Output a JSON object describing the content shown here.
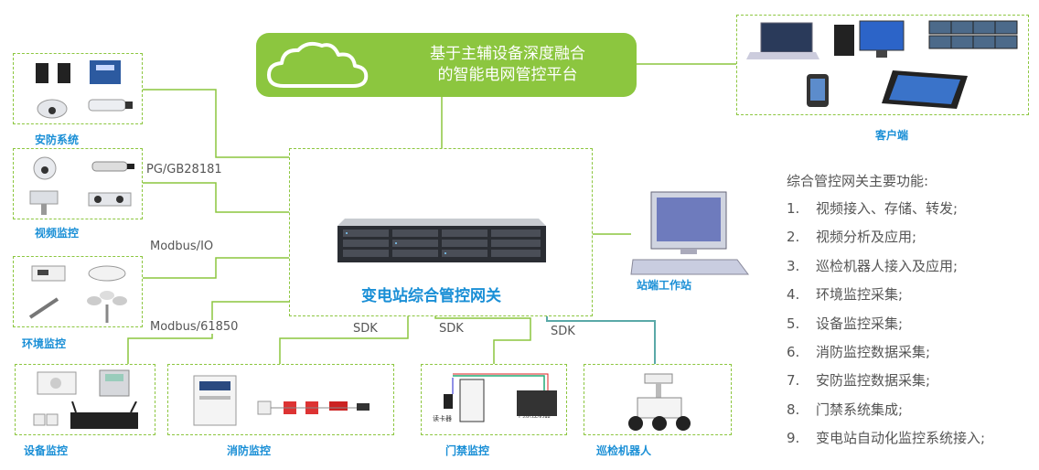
{
  "platform": {
    "line1": "基于主辅设备深度融合",
    "line2": "的智能电网管控平台"
  },
  "gateway": {
    "label": "变电站综合管控网关"
  },
  "client": {
    "label": "客户端"
  },
  "workstation": {
    "label": "站端工作站"
  },
  "subsystems": {
    "security": "安防系统",
    "video": "视频监控",
    "environment": "环境监控",
    "equipment": "设备监控",
    "fire": "消防监控",
    "access": "门禁监控",
    "robot": "巡检机器人"
  },
  "protocols": {
    "video": "PG/GB28181",
    "environment": "Modbus/IO",
    "equipment": "Modbus/61850",
    "fire": "SDK",
    "access": "SDK",
    "robot": "SDK"
  },
  "functions": {
    "title": "综合管控网关主要功能:",
    "items": [
      {
        "num": "1.",
        "text": "视频接入、存储、转发;"
      },
      {
        "num": "2.",
        "text": "视频分析及应用;"
      },
      {
        "num": "3.",
        "text": "巡检机器人接入及应用;"
      },
      {
        "num": "4.",
        "text": "环境监控采集;"
      },
      {
        "num": "5.",
        "text": "设备监控采集;"
      },
      {
        "num": "6.",
        "text": "消防监控数据采集;"
      },
      {
        "num": "7.",
        "text": "安防监控数据采集;"
      },
      {
        "num": "8.",
        "text": "门禁系统集成;"
      },
      {
        "num": "9.",
        "text": "变电站自动化监控系统接入;"
      }
    ]
  },
  "door_device": {
    "reader": "读卡器",
    "controller": "门禁控制器"
  },
  "colors": {
    "green": "#8cc63f",
    "blue": "#1a8fd6",
    "teal": "#5aa9a8",
    "text": "#555555"
  }
}
